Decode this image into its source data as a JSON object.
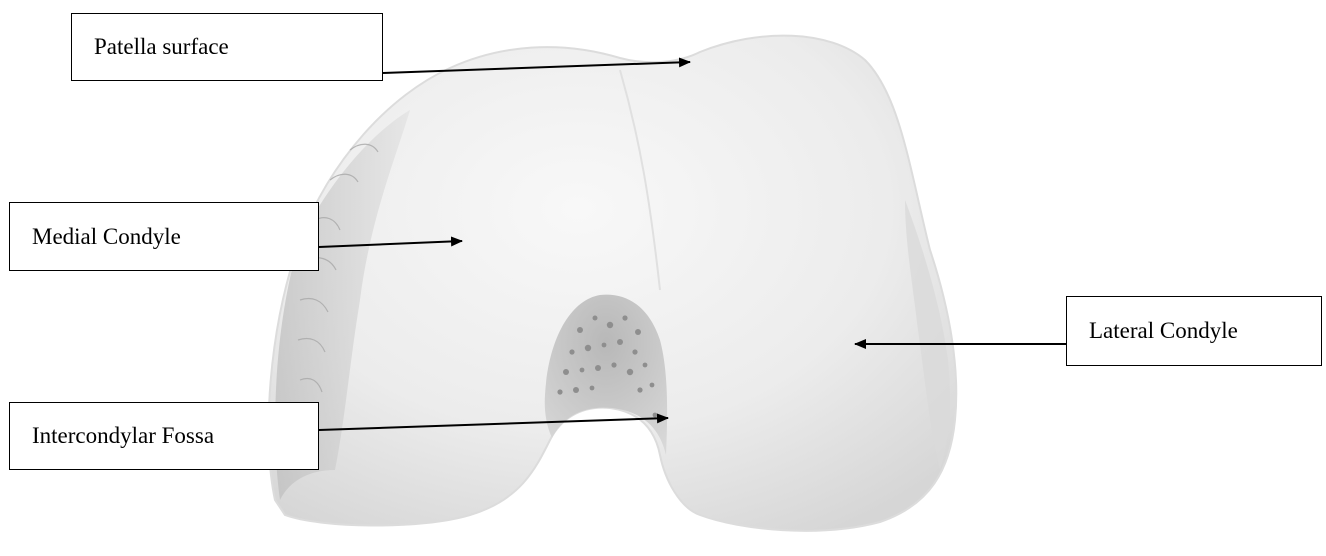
{
  "labels": {
    "patella_surface": "Patella surface",
    "medial_condyle": "Medial Condyle",
    "lateral_condyle": "Lateral Condyle",
    "intercondylar_fossa": "Intercondylar Fossa"
  },
  "colors": {
    "bone_light": "#f4f4f4",
    "bone_mid": "#e6e6e6",
    "bone_shadow": "#cfcfcf",
    "trabecular": "#9a9a9a",
    "line": "#000000",
    "background": "#ffffff"
  }
}
